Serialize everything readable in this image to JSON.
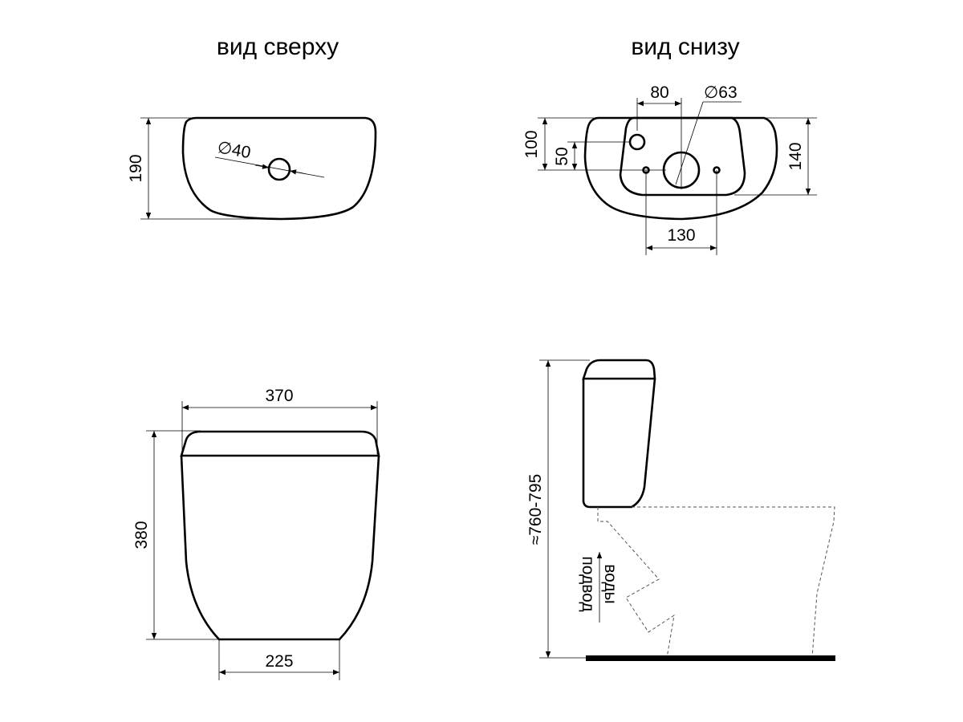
{
  "views": {
    "top": {
      "title": "вид сверху",
      "hole": "∅40",
      "depth": "190"
    },
    "bottom": {
      "title": "вид снизу",
      "offset": "80",
      "outlet": "∅63",
      "d100": "100",
      "d50": "50",
      "d140": "140",
      "d130": "130"
    },
    "front": {
      "width": "370",
      "height": "380",
      "base": "225"
    },
    "side": {
      "height": "≈760-795",
      "supply_line1": "подвод",
      "supply_line2": "воды"
    }
  }
}
